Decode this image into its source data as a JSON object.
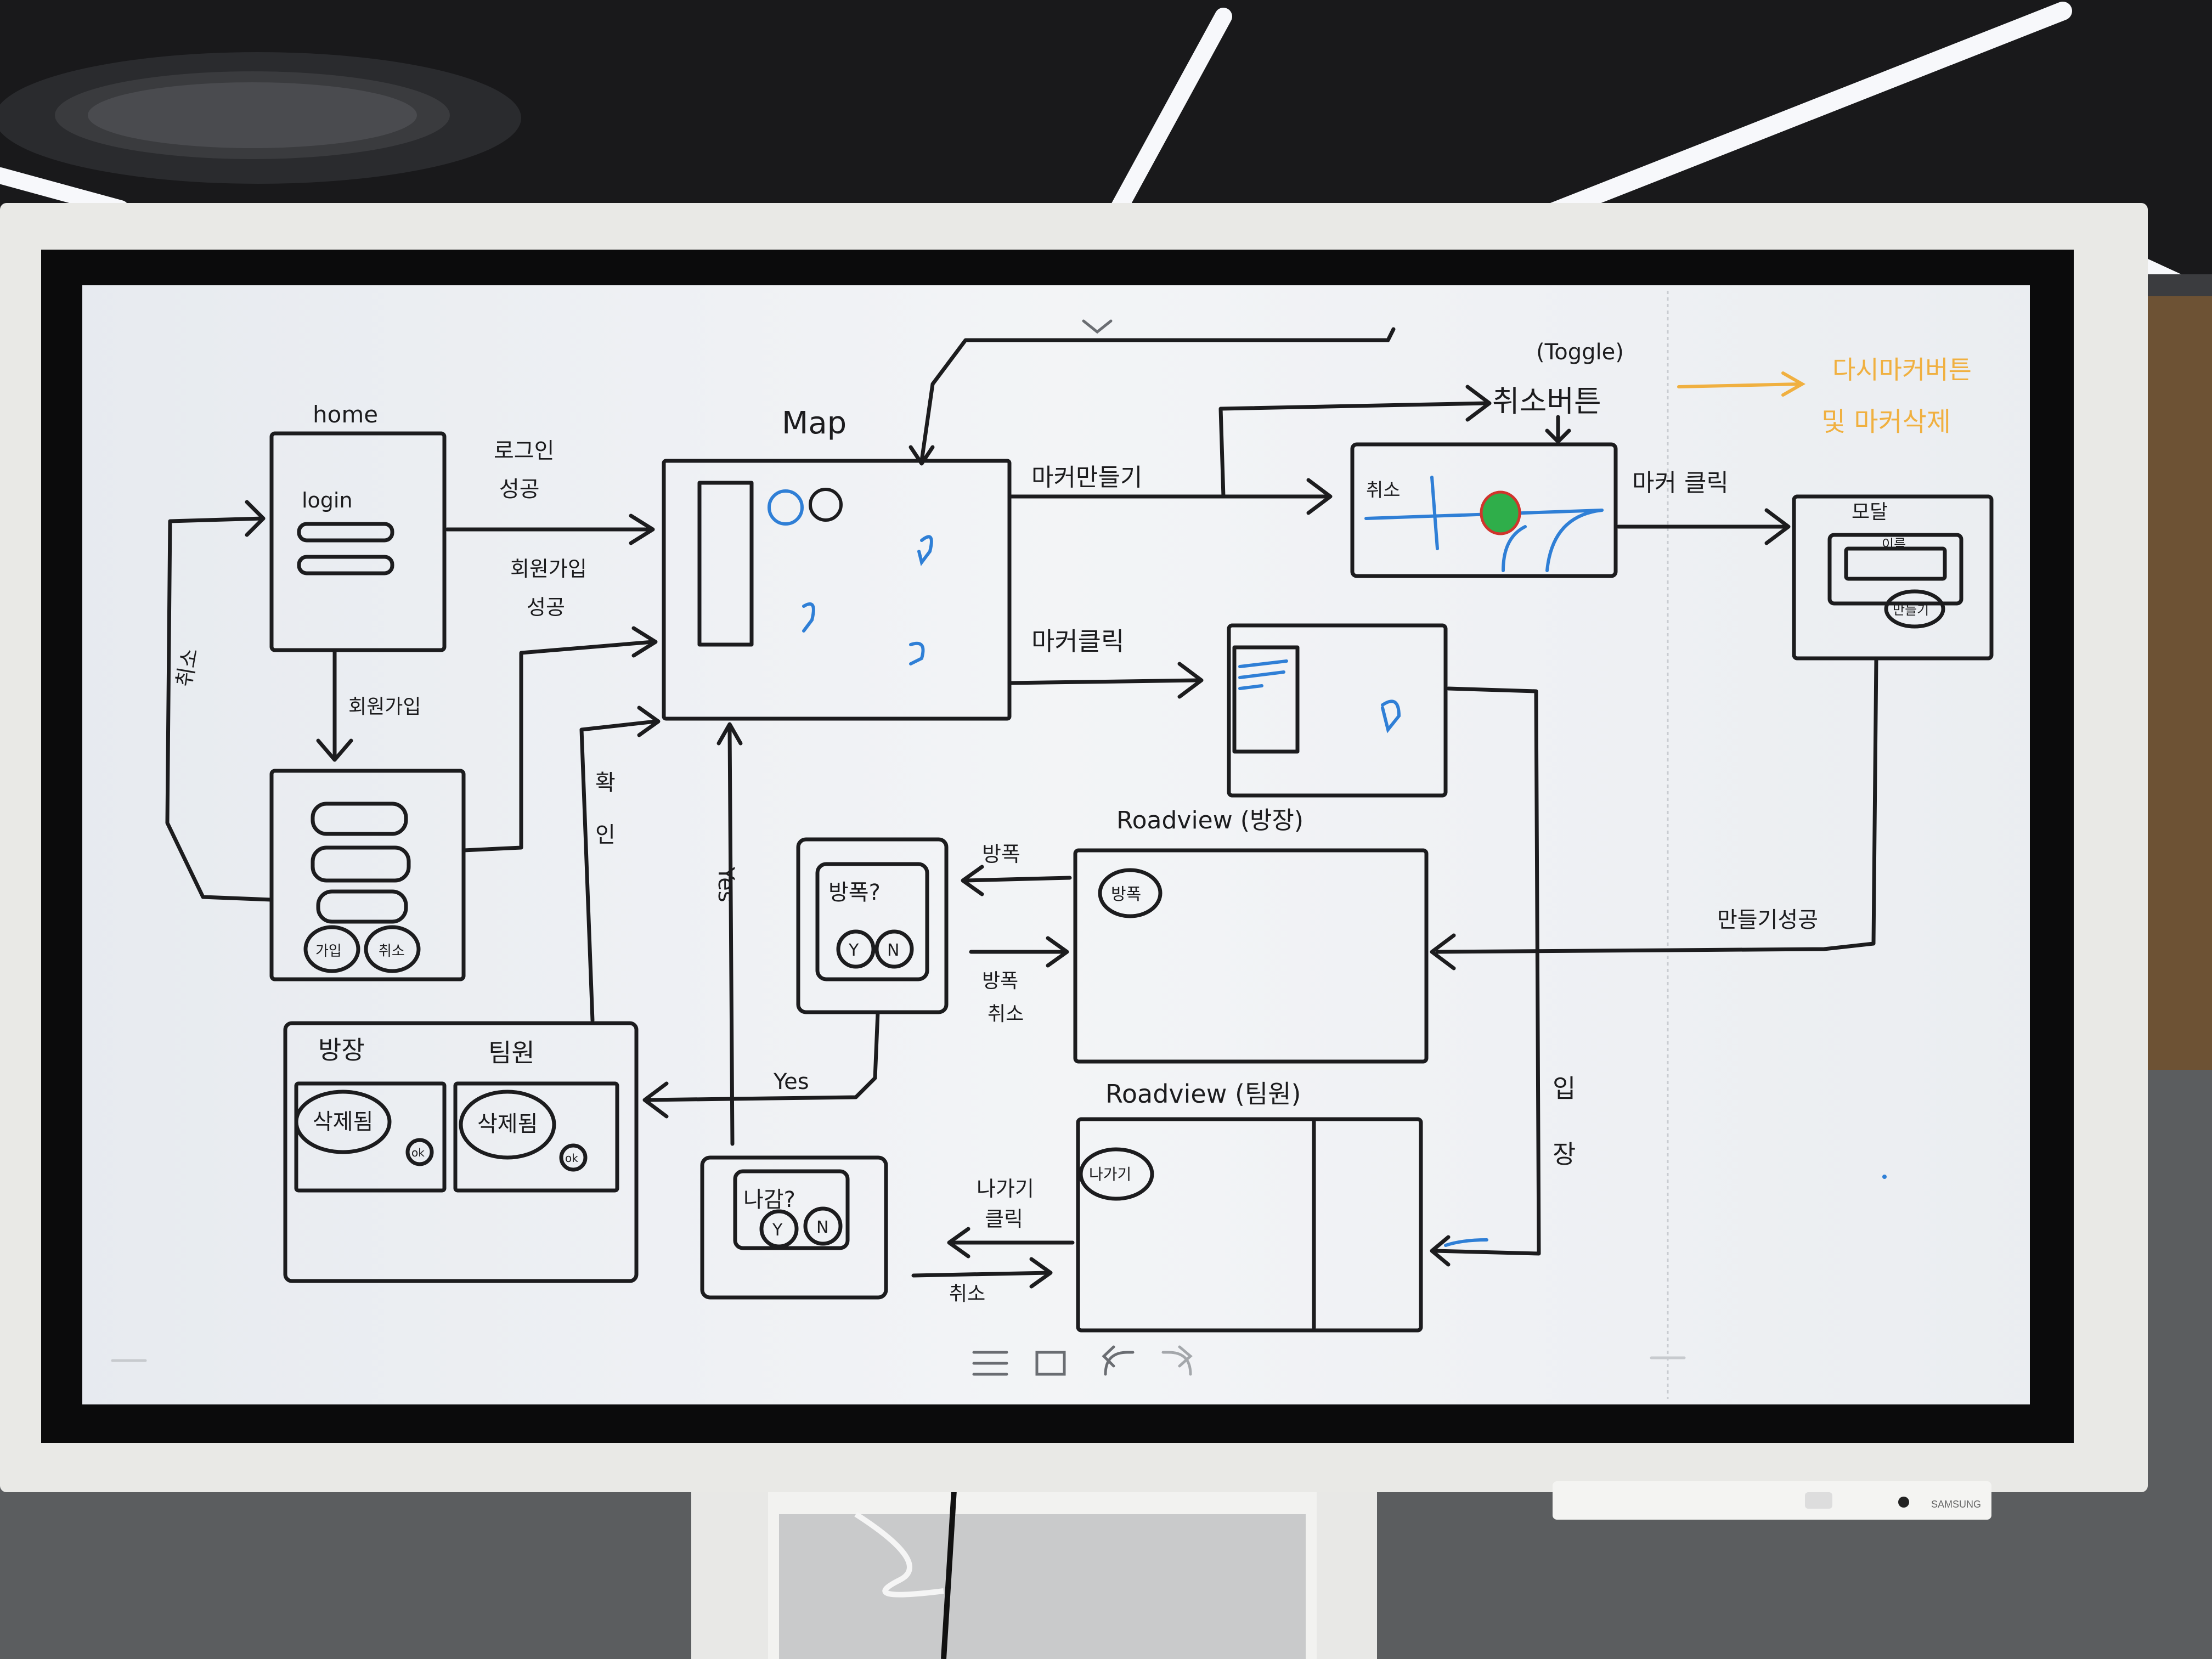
{
  "colors": {
    "ink": "#1c1c1e",
    "blue_ink": "#2f7fd6",
    "green_ink": "#2fae4a",
    "red_ink": "#d0342c",
    "orange_ink": "#f0b040",
    "board_surface": "#eef0f3",
    "bezel": "#e9e9e6",
    "ceiling": "#1a1b1d",
    "floor": "#5a5c5e",
    "ceiling_light": "#f7f8fb"
  },
  "whiteboard": {
    "home": {
      "title": "home",
      "login": "login",
      "arrow_login": "로그인\n성공",
      "arrow_signup_down": "회원가입",
      "arrow_back": "취소",
      "signup_buttons": [
        "가입",
        "취소"
      ]
    },
    "signup_success": "회원가입\n성공",
    "map": {
      "title": "Map",
      "arrow_make_marker": "마커만들기",
      "arrow_marker_click": "마커클릭"
    },
    "toggle": {
      "label": "(Toggle)",
      "cancel_button": "취소버튼",
      "orange_note_line1": "다시마커버튼",
      "orange_note_line2": "및 마커삭제"
    },
    "make_marker_screen": {
      "tag": "취소",
      "arrow_marker_click2": "마커 클릭"
    },
    "modal": {
      "title": "모달",
      "field": "이름",
      "button": "만들기"
    },
    "arrow_make_success": "만들기성공",
    "roadview_room": {
      "title": "Roadview (방장)",
      "badge": "방폭"
    },
    "roadview_member": {
      "title": "Roadview (팀원)",
      "badge": "나가기"
    },
    "arrow_enter": "입장",
    "bomb_confirm": {
      "question": "방폭?",
      "yes": "Y",
      "no": "N",
      "arrow_to": "방폭",
      "arrow_back": "방폭\n취소"
    },
    "leave_confirm": {
      "question": "나감?",
      "yes": "Y",
      "no": "N",
      "arrow_to": "나가기\n클릭",
      "arrow_back": "취소"
    },
    "deleted_screen": {
      "left_title": "방장",
      "right_title": "팀원",
      "left_msg": "삭제됨",
      "right_msg": "삭제됨",
      "ok": "ok"
    },
    "arrow_confirm": "확\n인",
    "arrow_yes_left": "Yes",
    "arrow_yes_right": "Yes"
  },
  "toolbar": {
    "icons": [
      "menu-icon",
      "page-icon",
      "undo-icon",
      "redo-icon"
    ]
  },
  "device": {
    "brand": "SAMSUNG"
  }
}
